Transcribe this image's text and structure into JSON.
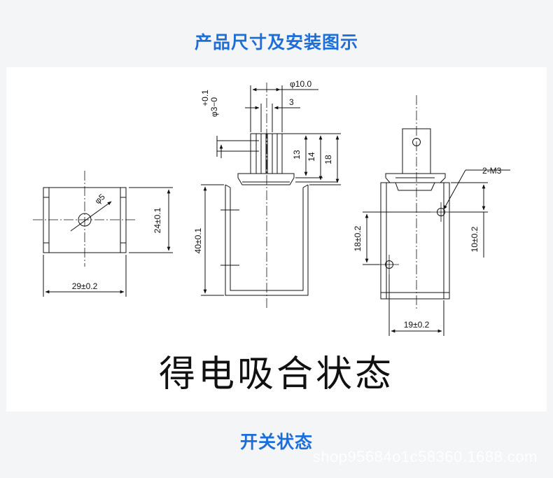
{
  "header": {
    "title": "产品尺寸及安装图示"
  },
  "drawing": {
    "caption": "得电吸合状态",
    "labels": {
      "hole_dia": "φ5",
      "height_left": "24±0.1",
      "width_left": "29±0.2",
      "shaft_outer_dia": "φ10.0",
      "shaft_slot": "3",
      "shaft_tol_upper": "+0.1",
      "shaft_tol_lower": "φ3−0",
      "dim_13": "13",
      "dim_14": "14",
      "dim_18": "18",
      "body_height": "40±0.1",
      "thread_spec": "2-M3",
      "hole_spacing_left": "18±0.2",
      "hole_spacing_right": "10±0.2",
      "width_right": "19±0.2"
    }
  },
  "footer": {
    "section_title": "开关状态",
    "watermark": "shop95684o1c58360.1688.com"
  }
}
